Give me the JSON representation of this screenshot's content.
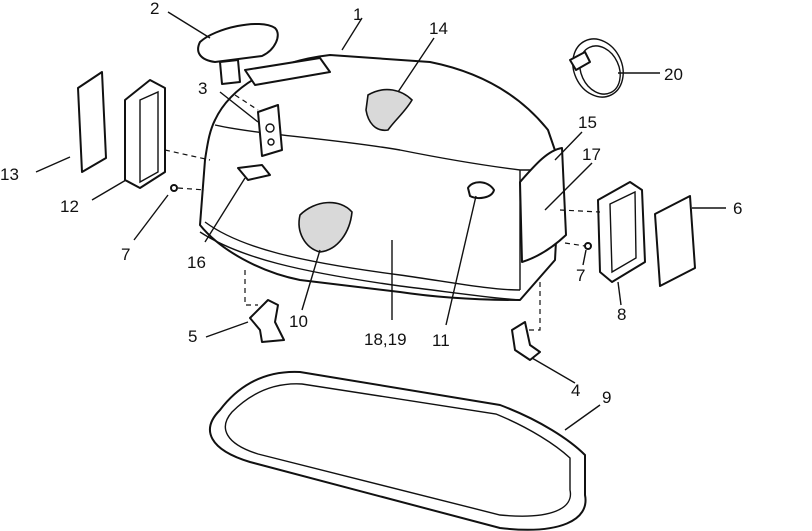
{
  "callouts": [
    {
      "id": "c1",
      "text": "1"
    },
    {
      "id": "c2",
      "text": "2"
    },
    {
      "id": "c3",
      "text": "3"
    },
    {
      "id": "c4",
      "text": "4"
    },
    {
      "id": "c5",
      "text": "5"
    },
    {
      "id": "c6",
      "text": "6"
    },
    {
      "id": "c7a",
      "text": "7"
    },
    {
      "id": "c7b",
      "text": "7"
    },
    {
      "id": "c8",
      "text": "8"
    },
    {
      "id": "c9",
      "text": "9"
    },
    {
      "id": "c10",
      "text": "10"
    },
    {
      "id": "c11",
      "text": "11"
    },
    {
      "id": "c12",
      "text": "12"
    },
    {
      "id": "c13",
      "text": "13"
    },
    {
      "id": "c14",
      "text": "14"
    },
    {
      "id": "c15",
      "text": "15"
    },
    {
      "id": "c16",
      "text": "16"
    },
    {
      "id": "c17",
      "text": "17"
    },
    {
      "id": "c18",
      "text": "18,19"
    },
    {
      "id": "c20",
      "text": "20"
    }
  ]
}
